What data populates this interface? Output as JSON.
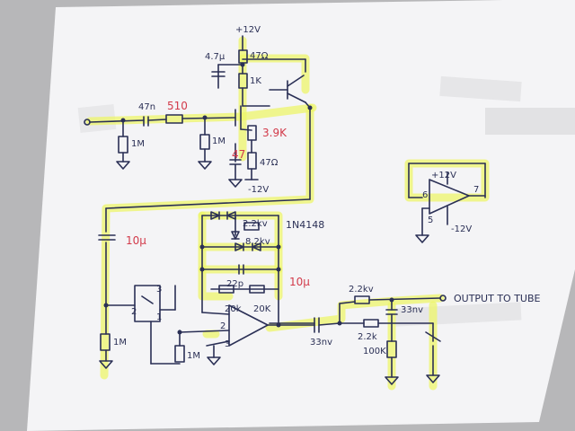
{
  "schematic": {
    "supply": {
      "top": "+12V",
      "neg": "-12V",
      "neg2": "-12V"
    },
    "input_stage": {
      "c_in": "47n",
      "r_in": "510",
      "r_in_gnd": "1M",
      "r_gate": "1M",
      "c_top": "4.7μ",
      "r_top": "47Ω",
      "r_1k": "1K",
      "r_src": "3.9K",
      "c_src": "47",
      "r_47": "47Ω"
    },
    "opamp_inset": {
      "vcc": "+12V",
      "vee": "-12V",
      "pin6": "6",
      "pin7": "7",
      "pin5": "5"
    },
    "coupling": {
      "c_couple": "10μ",
      "r_bias": "1M"
    },
    "pot": {
      "pin1": "1",
      "pin2": "2",
      "pin3": "3",
      "r_pot": "1M"
    },
    "feedback": {
      "diode_part": "1N4148",
      "r_22k_top": "2.2kv",
      "r_82": "8.2kv",
      "c_22p": "22p",
      "r_20k_a": "20k",
      "r_20k_b": "20K",
      "c_fb": "10μ"
    },
    "opamp": {
      "pin2": "2",
      "pin3": "3"
    },
    "output": {
      "c_out": "33nv",
      "r_out": "2.2kv",
      "r_2k2": "2.2k",
      "r_100k": "100K",
      "c_33n": "33nv",
      "label": "OUTPUT TO TUBE"
    }
  },
  "colors": {
    "paper": "#f4f4f6",
    "ink": "#2a2f55",
    "highlight": "#eef56a",
    "red_note": "#d23a4a"
  }
}
